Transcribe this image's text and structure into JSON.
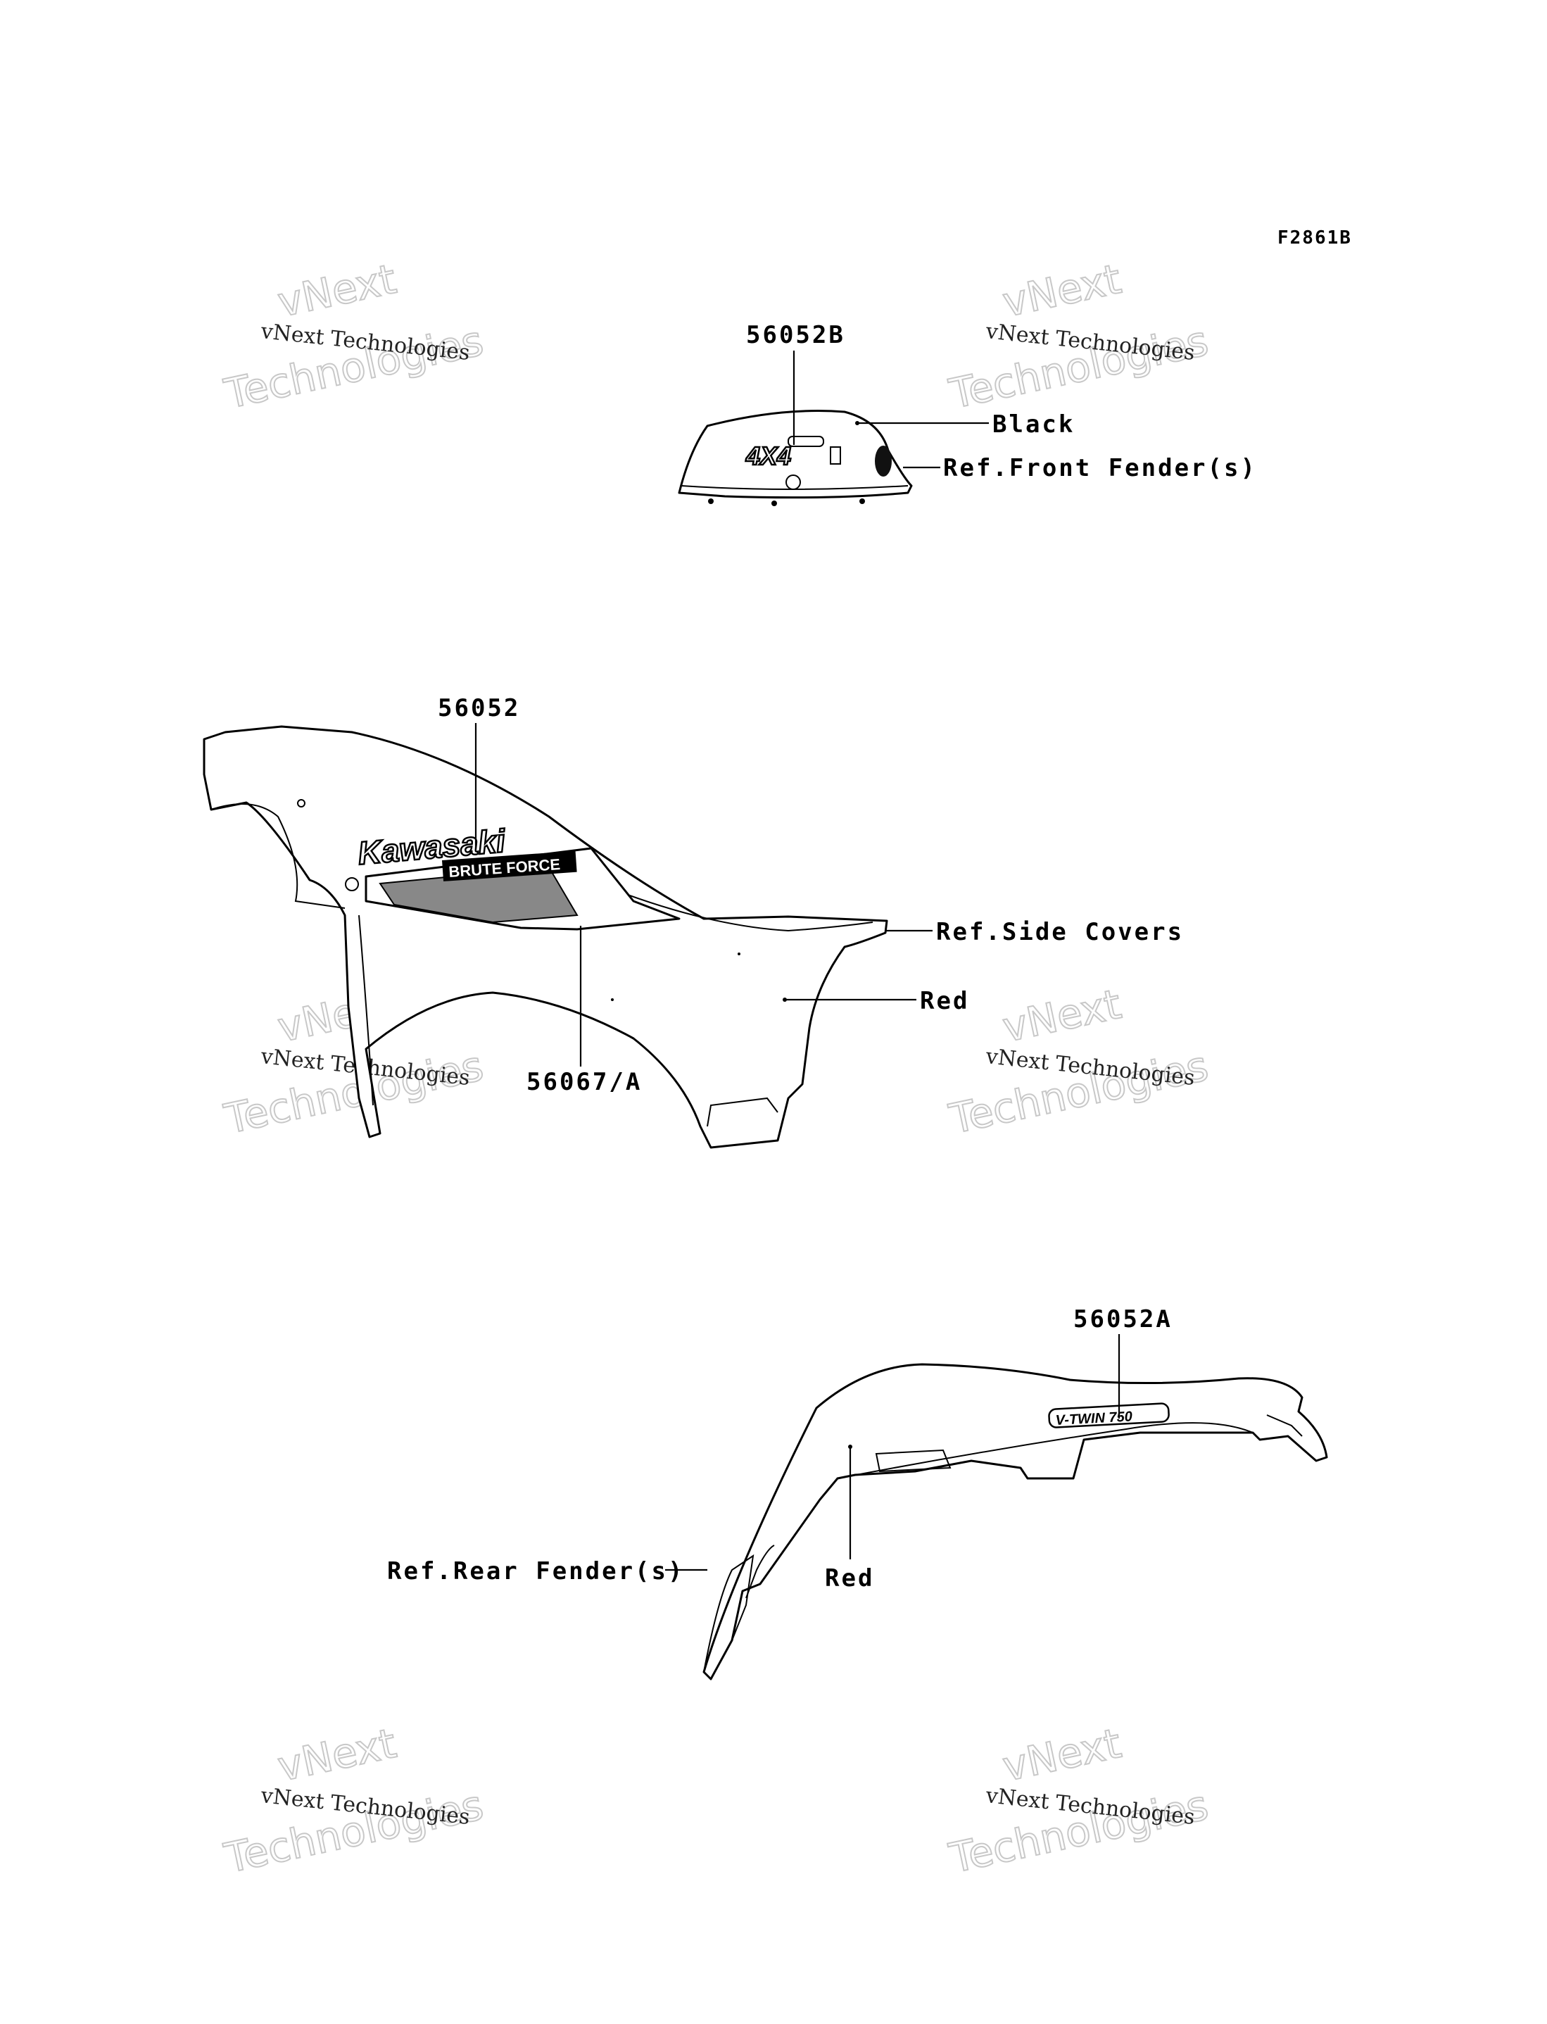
{
  "figure_code": "F2861B",
  "watermark": {
    "line1": "vNext Technologies",
    "line2": "vNext",
    "line3": "Technologies"
  },
  "front_fender": {
    "part_number": "56052B",
    "color_label": "Black",
    "ref_label": "Ref.Front Fender(s)",
    "decal_text": "4X4"
  },
  "side_cover": {
    "part_number_top": "56052",
    "part_number_bottom": "56067/A",
    "ref_label": "Ref.Side Covers",
    "color_label": "Red",
    "decal_brand": "Kawasaki",
    "decal_model": "BRUTE FORCE"
  },
  "rear_fender": {
    "part_number": "56052A",
    "ref_label": "Ref.Rear Fender(s)",
    "color_label": "Red",
    "decal_text": "V-TWIN 750"
  }
}
